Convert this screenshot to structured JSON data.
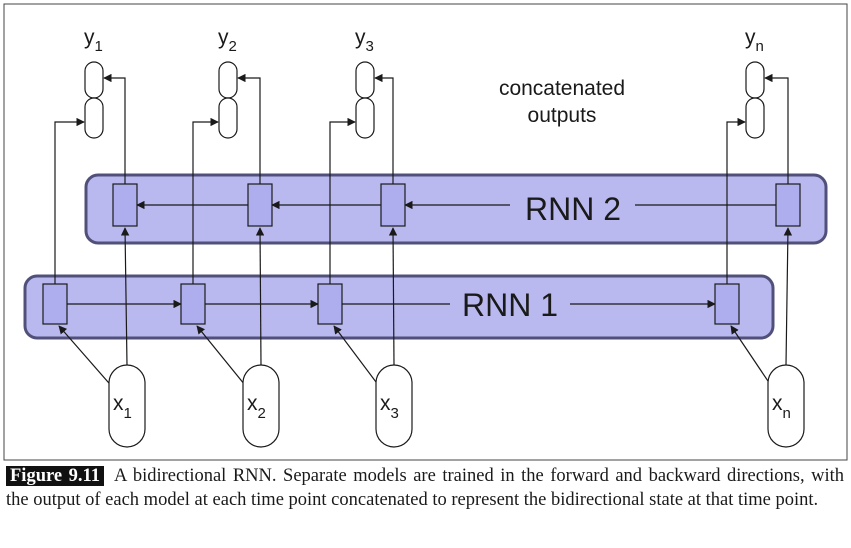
{
  "diagram": {
    "outputs": [
      {
        "label": "y",
        "sub": "1"
      },
      {
        "label": "y",
        "sub": "2"
      },
      {
        "label": "y",
        "sub": "3"
      },
      {
        "label": "y",
        "sub": "n"
      }
    ],
    "inputs": [
      {
        "label": "x",
        "sub": "1"
      },
      {
        "label": "x",
        "sub": "2"
      },
      {
        "label": "x",
        "sub": "3"
      },
      {
        "label": "x",
        "sub": "n"
      }
    ],
    "rnn1_label": "RNN 1",
    "rnn2_label": "RNN 2",
    "concat_line1": "concatenated",
    "concat_line2": "outputs",
    "colors": {
      "band_fill": "#b9b9f0",
      "band_stroke": "#50507a",
      "cell_fill": "#aeaeee",
      "ink": "#1a1a1a"
    }
  },
  "caption": {
    "tag": "Figure 9.11",
    "text": "A bidirectional RNN. Separate models are trained in the forward and backward directions, with the output of each model at each time point concatenated to represent the bidirectional state at that time point."
  }
}
